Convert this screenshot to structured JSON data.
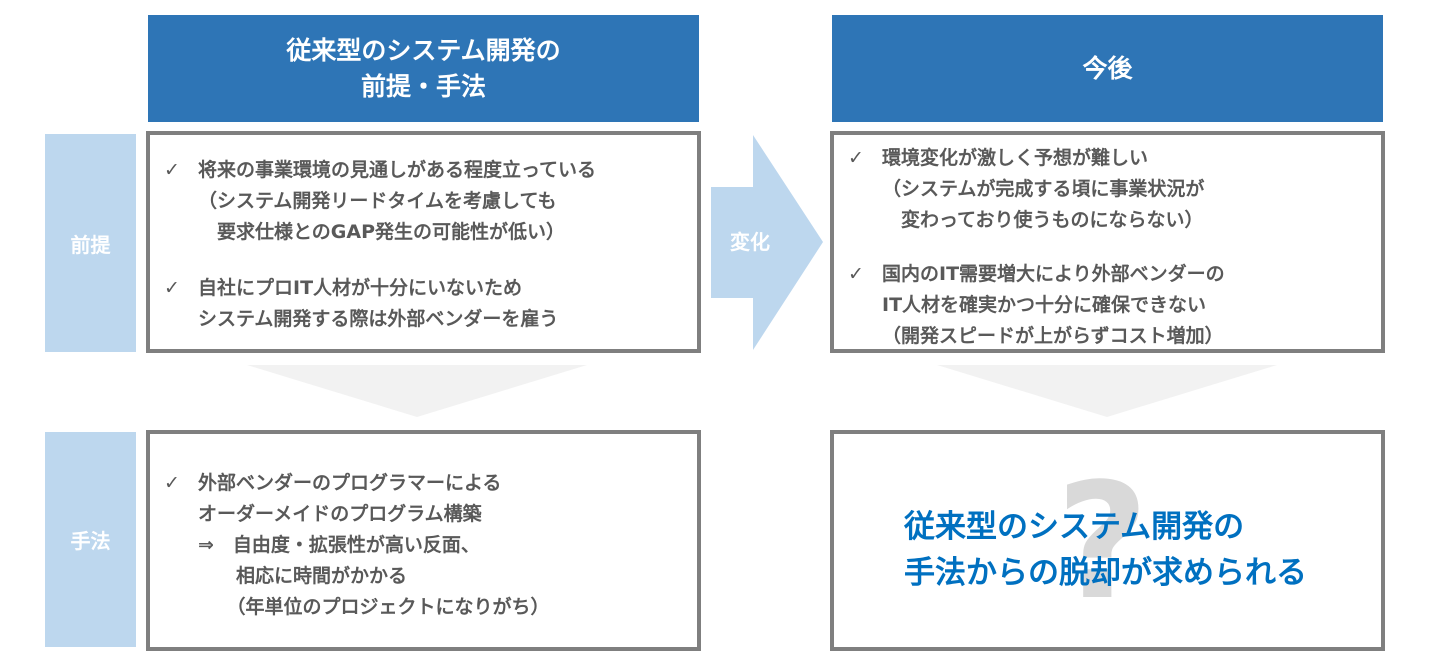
{
  "headers": {
    "left_line1": "従来型のシステム開発の",
    "left_line2": "前提・手法",
    "right": "今後"
  },
  "row_labels": {
    "premise": "前提",
    "method": "手法"
  },
  "change_label": "変化",
  "check_glyph": "✓",
  "premise_left": [
    {
      "lines": [
        "将来の事業環境の見通しがある程度立っている",
        "（システム開発リードタイムを考慮しても",
        "　要求仕様とのGAP発生の可能性が低い）"
      ]
    },
    {
      "lines": [
        "自社にプロIT人材が十分にいないため",
        "システム開発する際は外部ベンダーを雇う"
      ]
    }
  ],
  "premise_right": [
    {
      "lines": [
        "環境変化が激しく予想が難しい",
        "（システムが完成する頃に事業状況が",
        "　変わっており使うものにならない）"
      ]
    },
    {
      "lines": [
        "国内のIT需要増大により外部ベンダーの",
        "IT人材を確実かつ十分に確保できない",
        "（開発スピードが上がらずコスト増加）"
      ]
    }
  ],
  "method_left": {
    "lines": [
      "外部ベンダーのプログラマーによる",
      "オーダーメイドのプログラム構築",
      "⇒　自由度・拡張性が高い反面、",
      "　　相応に時間がかかる",
      "　　（年単位のプロジェクトになりがち）"
    ]
  },
  "conclusion": {
    "line1": "従来型のシステム開発の",
    "line2": "手法からの脱却が求められる",
    "question_mark": "?"
  },
  "colors": {
    "header_blue": "#2e75b6",
    "label_light_blue": "#bdd7ee",
    "box_border_gray": "#7f7f7f",
    "text_gray": "#595959",
    "conclusion_blue": "#0070c0",
    "down_arrow_gray": "#f2f2f2"
  }
}
